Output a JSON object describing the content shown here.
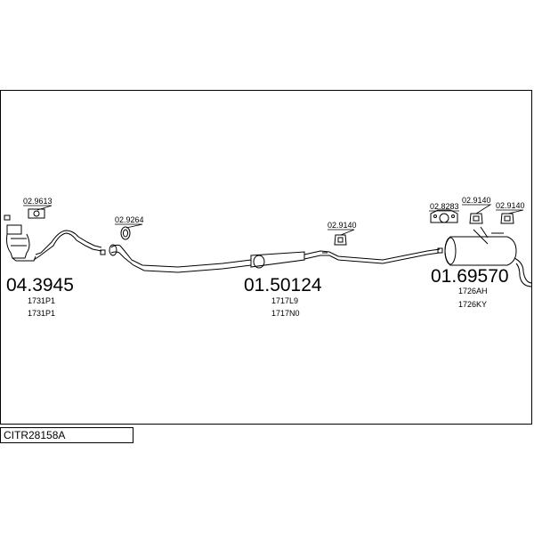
{
  "assembly_code": "CITR28158A",
  "groups": [
    {
      "main_number": "04.3945",
      "refs": [
        "1731P1",
        "1731P1"
      ]
    },
    {
      "main_number": "01.50124",
      "refs": [
        "1717L9",
        "1717N0"
      ]
    },
    {
      "main_number": "01.69570",
      "refs": [
        "1726AH",
        "1726KY"
      ]
    }
  ],
  "fittings": [
    "02.9613",
    "02.9264",
    "02.9140",
    "02.8283",
    "02.9140",
    "02.9140"
  ]
}
